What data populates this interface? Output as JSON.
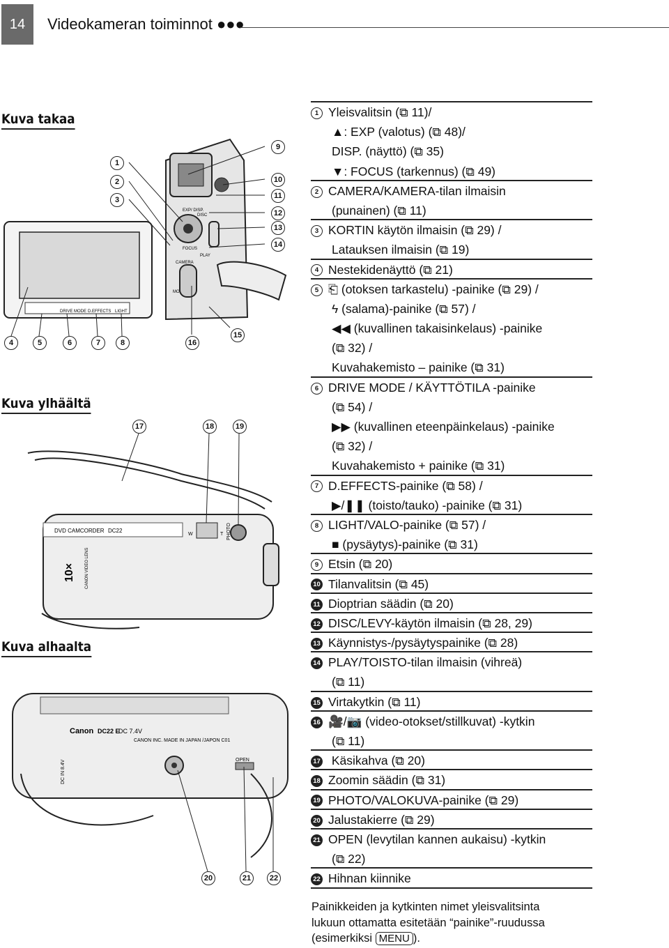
{
  "header": {
    "page_number": "14",
    "chapter_title": "Videokameran toiminnot ●●●"
  },
  "sections": {
    "back": "Kuva takaa",
    "top": "Kuva ylhäältä",
    "bottom": "Kuva alhaalta"
  },
  "illustrations": {
    "back_labels": {
      "mode": "MODE",
      "exp": "EXP/ DISP.",
      "disc": "DISC",
      "focus": "FOCUS",
      "play": "PLAY",
      "camera": "CAMERA",
      "drive_mode": "DRIVE MODE",
      "d_effects": "D.EFFECTS",
      "light": "LIGHT"
    },
    "top_labels": {
      "model_left": "DVD CAMCORDER",
      "model": "DC22",
      "lens": "10×",
      "lens_text": "CANON VIDEO LENS",
      "photo": "PHOTO",
      "w": "W",
      "t": "T"
    },
    "bottom_labels": {
      "brand": "Canon",
      "model": "DC22 E",
      "dc": "DC 7.4V",
      "made": "CANON INC. MADE IN JAPAN /JAPON C01",
      "open": "OPEN",
      "dcin": "DC IN 8.4V"
    }
  },
  "callouts": [
    "1",
    "2",
    "3",
    "4",
    "5",
    "6",
    "7",
    "8",
    "9",
    "10",
    "11",
    "12",
    "13",
    "14",
    "15",
    "16",
    "17",
    "18",
    "19",
    "20",
    "21",
    "22"
  ],
  "list_rows": [
    {
      "n": "1",
      "text": "Yleisvalitsin (⧉ 11)/"
    },
    {
      "text": "▲: EXP (valotus) (⧉ 48)/"
    },
    {
      "text": "DISP. (näyttö) (⧉ 35)",
      "indent": true
    },
    {
      "text": "▼: FOCUS (tarkennus) (⧉ 49)",
      "last": true
    },
    {
      "n": "2",
      "text": "CAMERA/KAMERA-tilan ilmaisin"
    },
    {
      "text": "(punainen) (⧉ 11)",
      "last": true
    },
    {
      "n": "3",
      "text": "KORTIN käytön ilmaisin (⧉ 29) /"
    },
    {
      "text": "Latauksen ilmaisin (⧉ 19)",
      "last": true
    },
    {
      "n": "4",
      "text": "Nestekidenäyttö (⧉ 21)",
      "last": true
    },
    {
      "n": "5",
      "text": "⎗ (otoksen tarkastelu) -painike (⧉ 29) /"
    },
    {
      "text": "ϟ (salama)-painike (⧉ 57) /"
    },
    {
      "text": "◀◀ (kuvallinen takaisinkelaus) -painike"
    },
    {
      "text": "(⧉ 32) /"
    },
    {
      "text": "Kuvahakemisto – painike  (⧉ 31)",
      "last": true
    },
    {
      "n": "6",
      "text": "DRIVE MODE / KÄYTTÖTILA -painike"
    },
    {
      "text": "(⧉ 54) /"
    },
    {
      "text": "▶▶ (kuvallinen eteenpäinkelaus) -painike"
    },
    {
      "text": "(⧉ 32) /"
    },
    {
      "text": "Kuvahakemisto + painike (⧉ 31)",
      "last": true
    },
    {
      "n": "7",
      "text": "D.EFFECTS-painike (⧉ 58) /"
    },
    {
      "text": "▶/❚❚ (toisto/tauko) -painike (⧉ 31)",
      "last": true
    },
    {
      "n": "8",
      "text": "LIGHT/VALO-painike (⧉ 57) /"
    },
    {
      "text": "■ (pysäytys)-painike (⧉ 31)",
      "last": true
    },
    {
      "n": "9",
      "text": "Etsin (⧉ 20)",
      "last": true
    },
    {
      "n": "10",
      "text": "Tilanvalitsin (⧉ 45)",
      "last": true,
      "dark": true
    },
    {
      "n": "11",
      "text": "Dioptrian säädin (⧉ 20)",
      "last": true,
      "dark": true
    },
    {
      "n": "12",
      "text": "DISC/LEVY-käytön ilmaisin (⧉ 28, 29)",
      "last": true,
      "dark": true
    },
    {
      "n": "13",
      "text": "Käynnistys-/pysäytyspainike (⧉ 28)",
      "last": true,
      "dark": true
    },
    {
      "n": "14",
      "text": "PLAY/TOISTO-tilan ilmaisin (vihreä)",
      "dark": true
    },
    {
      "text": "(⧉ 11)",
      "last": true
    },
    {
      "n": "15",
      "text": "Virtakytkin (⧉ 11)",
      "last": true,
      "dark": true
    },
    {
      "n": "16",
      "text": "🎥/📷 (video-otokset/stillkuvat) -kytkin",
      "dark": true
    },
    {
      "text": "(⧉ 11)",
      "last": true
    },
    {
      "n": "17",
      "text": " Käsikahva (⧉ 20)",
      "last": true,
      "dark": true
    },
    {
      "n": "18",
      "text": "Zoomin säädin (⧉ 31)",
      "last": true,
      "dark": true
    },
    {
      "n": "19",
      "text": "PHOTO/VALOKUVA-painike (⧉ 29)",
      "last": true,
      "dark": true
    },
    {
      "n": "20",
      "text": "Jalustakierre (⧉ 29)",
      "last": true,
      "dark": true
    },
    {
      "n": "21",
      "text": "OPEN (levytilan kannen aukaisu) -kytkin",
      "dark": true
    },
    {
      "text": "(⧉ 22)",
      "last": true
    },
    {
      "n": "22",
      "text": "Hihnan kiinnike",
      "last": true,
      "dark": true
    }
  ],
  "note": {
    "line1": "Painikkeiden ja kytkinten nimet yleisvalitsinta",
    "line2": "lukuun ottamatta esitetään “painike”-ruudussa",
    "line3_pre": "(esimerkiksi ",
    "menu_key": "MENU",
    "line3_post": ")."
  }
}
